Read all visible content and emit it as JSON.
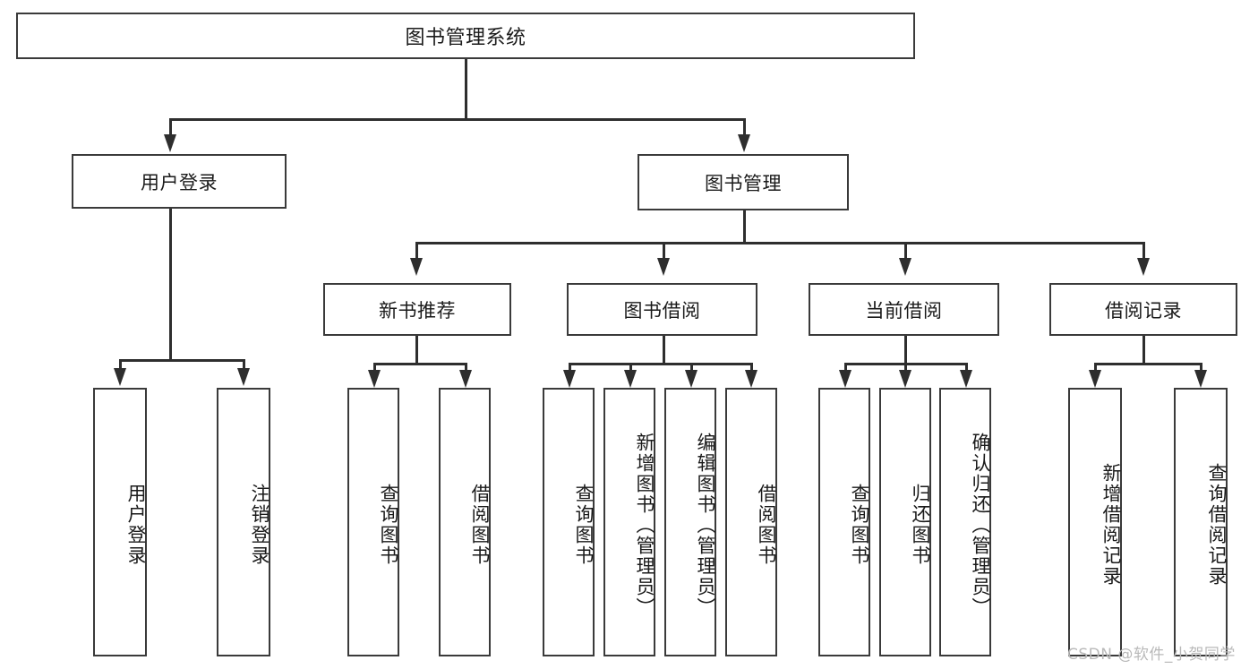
{
  "diagram": {
    "type": "tree-hierarchy-chart",
    "title": "图书管理系统",
    "orientation": "top-down",
    "colors": {
      "box_border": "#3a3a3a",
      "box_fill": "#ffffff",
      "connector": "#2e2e2e",
      "text": "#1a1a1a",
      "watermark": "#b9b9b9",
      "background": "#ffffff"
    },
    "levels": {
      "level1": [
        {
          "id": "root",
          "label": "图书管理系统",
          "orientation": "horizontal"
        }
      ],
      "level2": [
        {
          "id": "user-login",
          "label": "用户登录",
          "orientation": "horizontal"
        },
        {
          "id": "book-management",
          "label": "图书管理",
          "orientation": "horizontal"
        }
      ],
      "level3": [
        {
          "id": "new-book-recommend",
          "label": "新书推荐",
          "orientation": "horizontal",
          "parent": "book-management"
        },
        {
          "id": "book-borrow",
          "label": "图书借阅",
          "orientation": "horizontal",
          "parent": "book-management"
        },
        {
          "id": "current-borrow",
          "label": "当前借阅",
          "orientation": "horizontal",
          "parent": "book-management"
        },
        {
          "id": "borrow-record",
          "label": "借阅记录",
          "orientation": "horizontal",
          "parent": "book-management"
        }
      ],
      "level4": [
        {
          "id": "leaf-user-login",
          "label": "用户登录",
          "orientation": "vertical",
          "parent": "user-login"
        },
        {
          "id": "leaf-logout",
          "label": "注销登录",
          "orientation": "vertical",
          "parent": "user-login"
        },
        {
          "id": "leaf-query-book-1",
          "label": "查询图书",
          "orientation": "vertical",
          "parent": "new-book-recommend"
        },
        {
          "id": "leaf-borrow-book-1",
          "label": "借阅图书",
          "orientation": "vertical",
          "parent": "new-book-recommend"
        },
        {
          "id": "leaf-query-book-2",
          "label": "查询图书",
          "orientation": "vertical",
          "parent": "book-borrow"
        },
        {
          "id": "leaf-add-book",
          "label": "新增图书（管理员）",
          "orientation": "vertical",
          "parent": "book-borrow"
        },
        {
          "id": "leaf-edit-book",
          "label": "编辑图书（管理员）",
          "orientation": "vertical",
          "parent": "book-borrow"
        },
        {
          "id": "leaf-borrow-book-2",
          "label": "借阅图书",
          "orientation": "vertical",
          "parent": "book-borrow"
        },
        {
          "id": "leaf-query-book-3",
          "label": "查询图书",
          "orientation": "vertical",
          "parent": "current-borrow"
        },
        {
          "id": "leaf-return-book",
          "label": "归还图书",
          "orientation": "vertical",
          "parent": "current-borrow"
        },
        {
          "id": "leaf-confirm-return",
          "label": "确认归还（管理员）",
          "orientation": "vertical",
          "parent": "current-borrow"
        },
        {
          "id": "leaf-add-record",
          "label": "新增借阅记录",
          "orientation": "vertical",
          "parent": "borrow-record"
        },
        {
          "id": "leaf-query-record",
          "label": "查询借阅记录",
          "orientation": "vertical",
          "parent": "borrow-record"
        }
      ]
    }
  },
  "watermark": {
    "text": "CSDN @软件_小贺同学"
  }
}
